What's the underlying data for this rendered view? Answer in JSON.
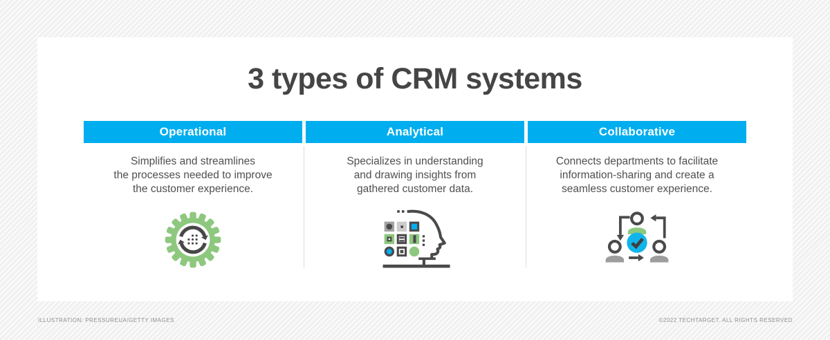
{
  "page": {
    "title": "3 types of CRM systems"
  },
  "columns": [
    {
      "header": "Operational",
      "description": "Simplifies and streamlines\nthe processes needed to improve\nthe customer experience.",
      "icon": "gear-sync-icon"
    },
    {
      "header": "Analytical",
      "description": "Specializes in understanding\nand drawing insights from\ngathered customer data.",
      "icon": "head-data-analysis-icon"
    },
    {
      "header": "Collaborative",
      "description": "Connects departments to facilitate\ninformation-sharing and create a\nseamless customer experience.",
      "icon": "people-cycle-check-icon"
    }
  ],
  "footer": {
    "credit": "ILLUSTRATION: PRESSUREUA/GETTY IMAGES",
    "copyright": "©2022 TECHTARGET. ALL RIGHTS RESERVED"
  },
  "colors": {
    "accent_cyan": "#00aeef",
    "accent_green": "#8dc87e",
    "icon_gray": "#4a4a4a",
    "person_gray": "#9d9d9d",
    "title_text": "#454545",
    "body_text": "#4f4f4f"
  }
}
